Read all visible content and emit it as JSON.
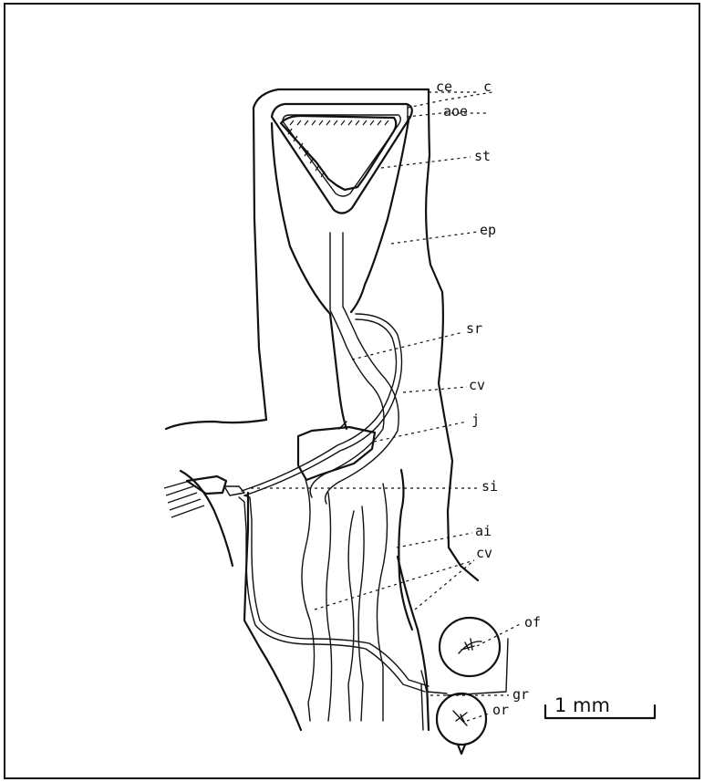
{
  "labels": {
    "ce": "ce",
    "c": "c",
    "aoe": "aoe",
    "st": "st",
    "ep": "ep",
    "sr": "sr",
    "cv_upper": "cv",
    "j": "j",
    "si": "si",
    "ai": "ai",
    "cv_lower": "cv",
    "of": "of",
    "gr": "gr",
    "or": "or"
  },
  "scale_bar": {
    "label": "1 mm"
  }
}
